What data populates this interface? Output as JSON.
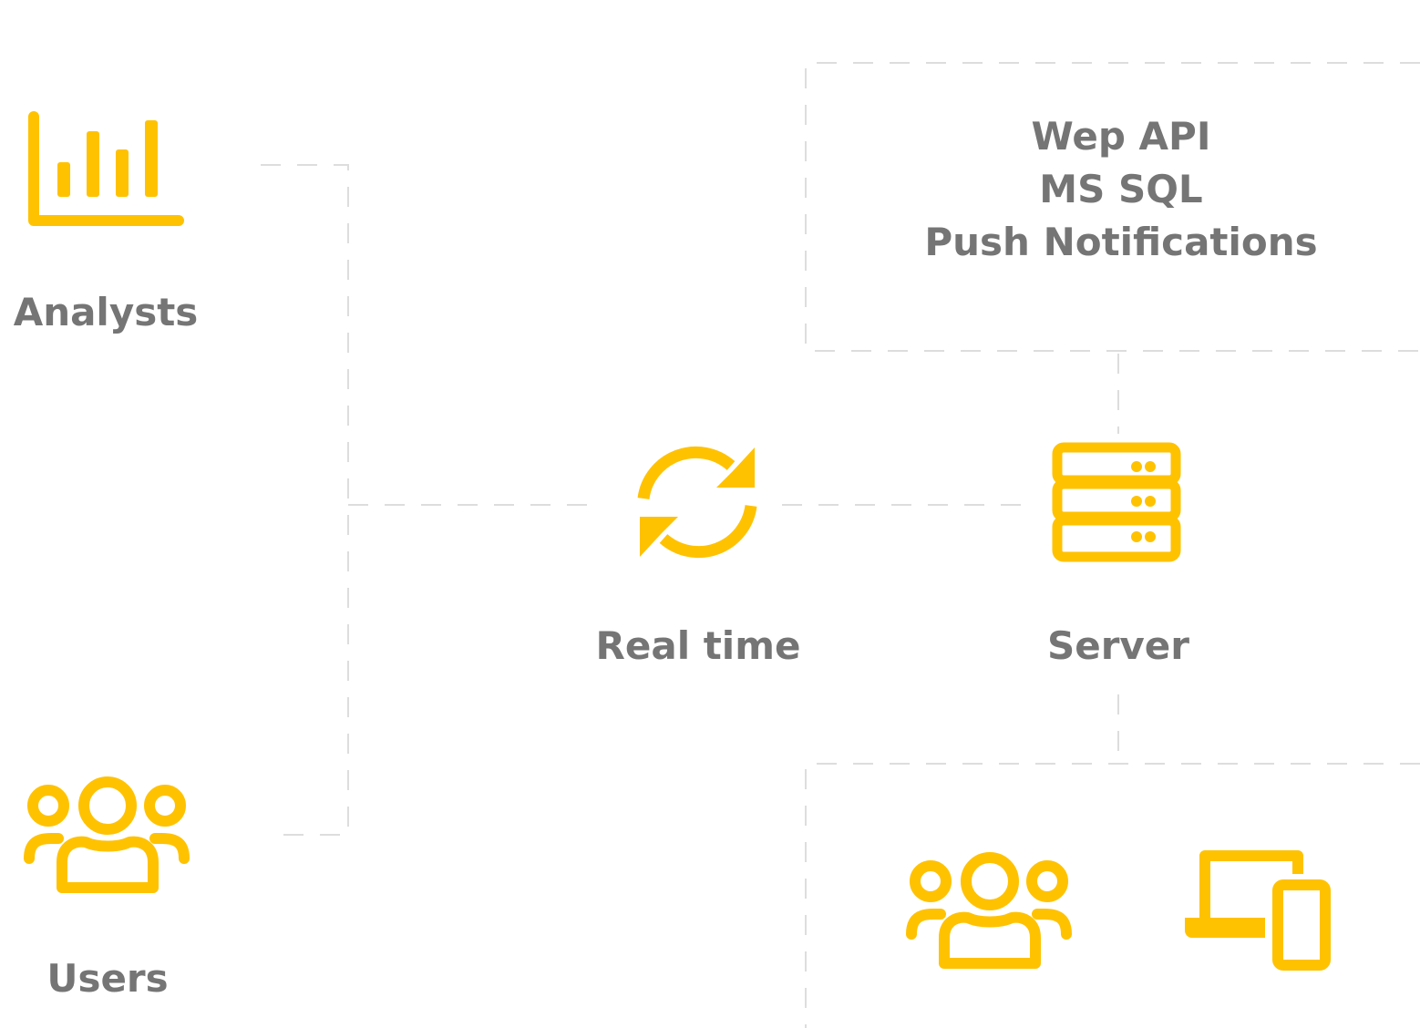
{
  "accent_color": "#FFC200",
  "connector_color": "#DDDDDD",
  "text_color": "#757575",
  "nodes": {
    "analysts": {
      "label": "Analysts",
      "icon": "bar-chart-icon"
    },
    "users": {
      "label": "Users",
      "icon": "users-group-icon"
    },
    "realtime": {
      "label": "Real time",
      "icon": "sync-icon"
    },
    "server": {
      "label": "Server",
      "icon": "server-icon"
    },
    "backend": {
      "lines": [
        "Wep API",
        "MS SQL",
        "Push Notifications"
      ]
    },
    "clients": {
      "icons": [
        "users-group-icon",
        "devices-icon"
      ]
    }
  }
}
